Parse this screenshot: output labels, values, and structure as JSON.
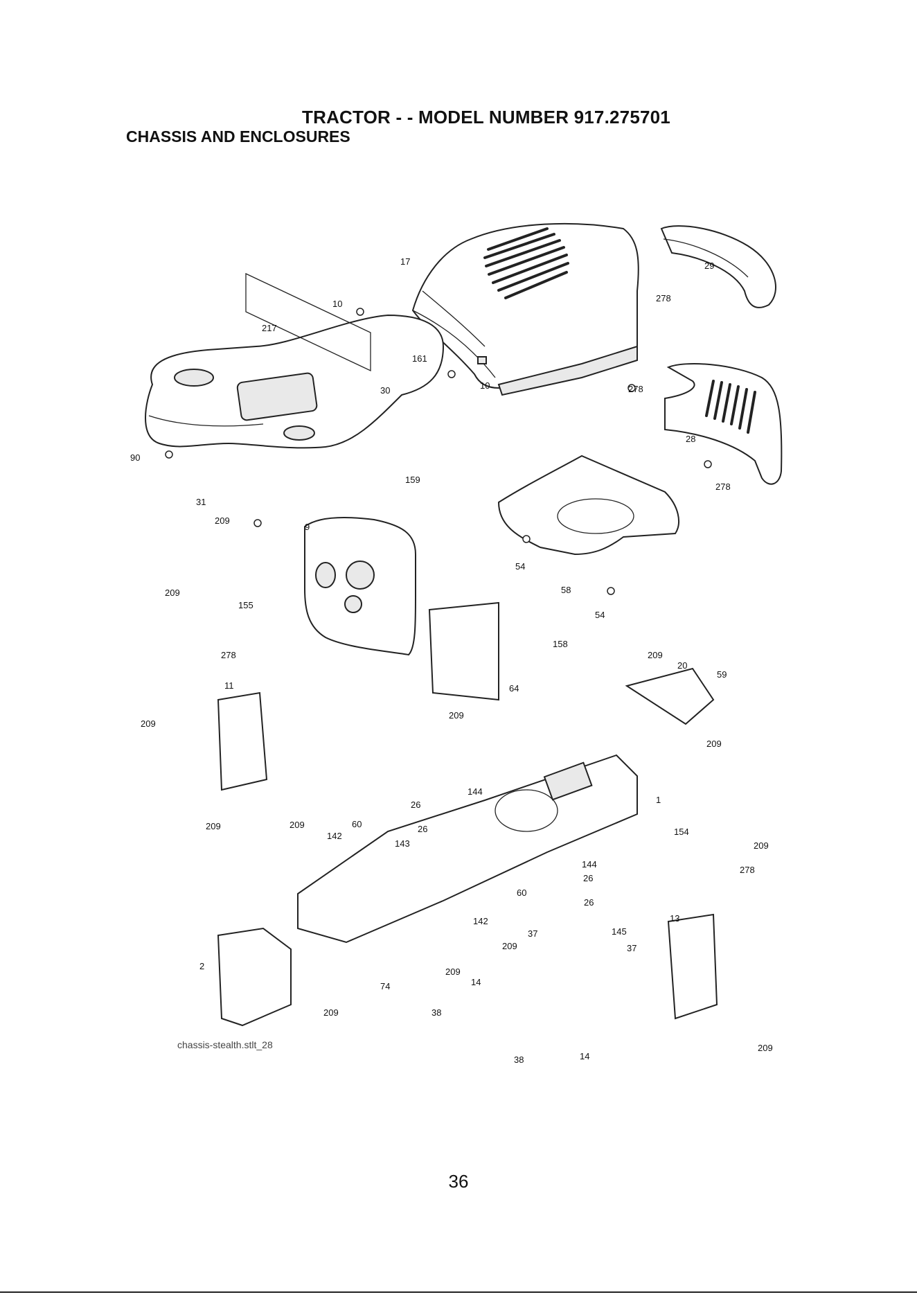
{
  "title": "TRACTOR - - MODEL NUMBER 917.275701",
  "subtitle": "CHASSIS AND ENCLOSURES",
  "callouts": {
    "c10a": "10",
    "c217": "217",
    "c17": "17",
    "c29": "29",
    "c278a": "278",
    "c161": "161",
    "c10b": "10",
    "c30": "30",
    "c278b": "278",
    "c28": "28",
    "c278c": "278",
    "c90": "90",
    "c159": "159",
    "c31": "31",
    "c209a": "209",
    "c9": "9",
    "c54a": "54",
    "c58": "58",
    "c54b": "54",
    "c209b": "209",
    "c155": "155",
    "c278d": "278",
    "c158": "158",
    "c209c": "209",
    "c20": "20",
    "c59": "59",
    "c11": "11",
    "c64": "64",
    "c209d": "209",
    "c209e": "209",
    "c209f": "209",
    "c144a": "144",
    "c1": "1",
    "c26a": "26",
    "c26b": "26",
    "c209g": "209",
    "c209h": "209",
    "c60a": "60",
    "c142a": "142",
    "c143": "143",
    "c154": "154",
    "c209i": "209",
    "c144b": "144",
    "c26c": "26",
    "c278e": "278",
    "c60b": "60",
    "c26d": "26",
    "c13": "13",
    "c142b": "142",
    "c145": "145",
    "c37a": "37",
    "c209j": "209",
    "c37b": "37",
    "c2": "2",
    "c209k": "209",
    "c74": "74",
    "c14a": "14",
    "c38a": "38",
    "c209l": "209",
    "c38b": "38",
    "c14b": "14",
    "c209m": "209"
  },
  "caption": "chassis-stealth.stlt_28",
  "page_number": "36"
}
